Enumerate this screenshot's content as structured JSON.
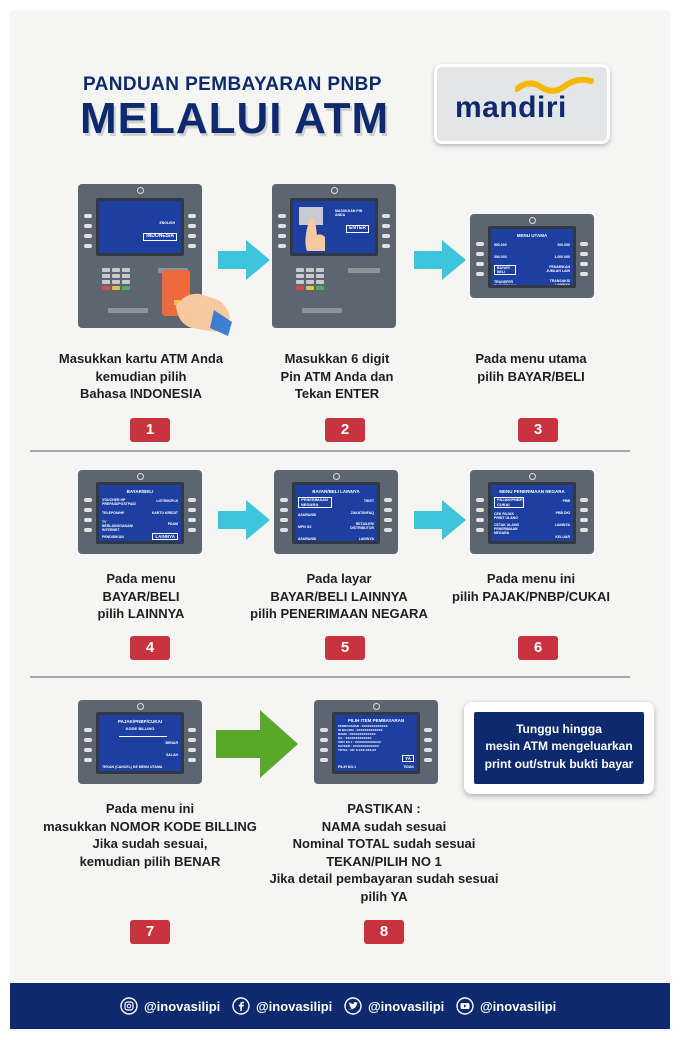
{
  "header": {
    "title_line1": "PANDUAN PEMBAYARAN PNBP",
    "title_line2": "MELALUI ATM",
    "logo_text": "mandiri"
  },
  "screens": {
    "s1": {
      "opt1": "ENGLISH",
      "opt2": "INDONESIA"
    },
    "s2": {
      "title": "MASUKKAN PIN ANDA",
      "button": "ENTER"
    },
    "s3": {
      "title": "MENU UTAMA",
      "left": [
        "500.000",
        "300.000",
        "BAYAR/ BELI",
        "TRANSFER ELEKTRONIK"
      ],
      "right": [
        "200.000",
        "1.000.000",
        "PENARIKAN JUMLAH LAIN",
        "TRANSAKSI LAINNYA"
      ]
    },
    "s4": {
      "title": "BAYAR/BELI",
      "left": [
        "VOUCHER HP PREPAID/POSTPAID",
        "TELEPON/HP",
        "TV BERLANGGANAN/ INTERNET",
        "PENDIDIKAN"
      ],
      "right": [
        "LISTRIK/PLN",
        "KARTU KREDIT",
        "PDAM",
        "LAINNYA"
      ]
    },
    "s5": {
      "title": "BAYAR/BELI LAINNYA",
      "left": [
        "PENERIMAAN NEGARA",
        "ASURANSI",
        "MPN G2",
        "ASURANSI"
      ],
      "right": [
        "TIKET",
        "ZAKAT/INFAQ",
        "RETAILER/ DISTRIBUTOR",
        "LAINNYA"
      ]
    },
    "s6": {
      "title": "MENU PENERIMAAN NEGARA",
      "left": [
        "PAJAK/PNBP/ CUKAI",
        "CEK PAJAK PRINT ULANG",
        "CETAK ULANG PENERIMAAN NEGARA"
      ],
      "right": [
        "PBB",
        "PBB DKI",
        "LAINNYA",
        "KELUAR"
      ]
    },
    "s7": {
      "title": "PAJAK/PNBP/CUKAI",
      "sub": "KODE BILLING",
      "right": [
        "BENAR",
        "SALAH"
      ],
      "bottom": "TEKAN (CANCEL) KE MENU UTAMA"
    },
    "s8": {
      "title": "PILIH ITEM PEMBAYARAN",
      "fields": [
        "PEMBAYARAN : XXXXXXXXXXXXX",
        "ID BILLING : XXXXXXXXXXXXX",
        "NAMA : XXXXXXXXXXXXX",
        "K/L : XXXXXXXXXXXXX",
        "UNIT ES 1 : XXXXXXXXXXXXX",
        "SATKER : XXXXXXXXXXXXX",
        "TOTAL : RP. X.XXX.XXX,XX"
      ],
      "ya": "YA",
      "bottom_left": "PILIH NO.1",
      "bottom_right": "TIDAK"
    }
  },
  "steps": [
    {
      "caption": "Masukkan kartu ATM Anda\nkemudian pilih\nBahasa INDONESIA",
      "number": "1"
    },
    {
      "caption": "Masukkan 6 digit\nPin ATM Anda dan\nTekan ENTER",
      "number": "2"
    },
    {
      "caption": "Pada menu utama\npilih BAYAR/BELI",
      "number": "3"
    },
    {
      "caption": "Pada menu\nBAYAR/BELI\npilih LAINNYA",
      "number": "4"
    },
    {
      "caption": "Pada layar\nBAYAR/BELI LAINNYA\npilih PENERIMAAN NEGARA",
      "number": "5"
    },
    {
      "caption": "Pada menu ini\npilih PAJAK/PNBP/CUKAI",
      "number": "6"
    },
    {
      "caption": "Pada menu ini\nmasukkan NOMOR KODE BILLING\nJika sudah sesuai,\nkemudian pilih BENAR",
      "number": "7"
    },
    {
      "caption": "PASTIKAN :\nNAMA sudah sesuai\nNominal TOTAL sudah sesuai\nTEKAN/PILIH NO 1\nJika detail pembayaran sudah sesuai\npilih YA",
      "number": "8"
    }
  ],
  "notice": "Tunggu hingga\nmesin ATM mengeluarkan\nprint out/struk bukti bayar",
  "footer": {
    "handles": [
      "@inovasilipi",
      "@inovasilipi",
      "@inovasilipi",
      "@inovasilipi"
    ],
    "icons": [
      "instagram-icon",
      "facebook-icon",
      "twitter-icon",
      "youtube-icon"
    ]
  },
  "colors": {
    "navy": "#0d2a6e",
    "red": "#c7343e",
    "cyan": "#3cc5dc",
    "green": "#5aa82a",
    "logo_gold": "#f5b800"
  }
}
